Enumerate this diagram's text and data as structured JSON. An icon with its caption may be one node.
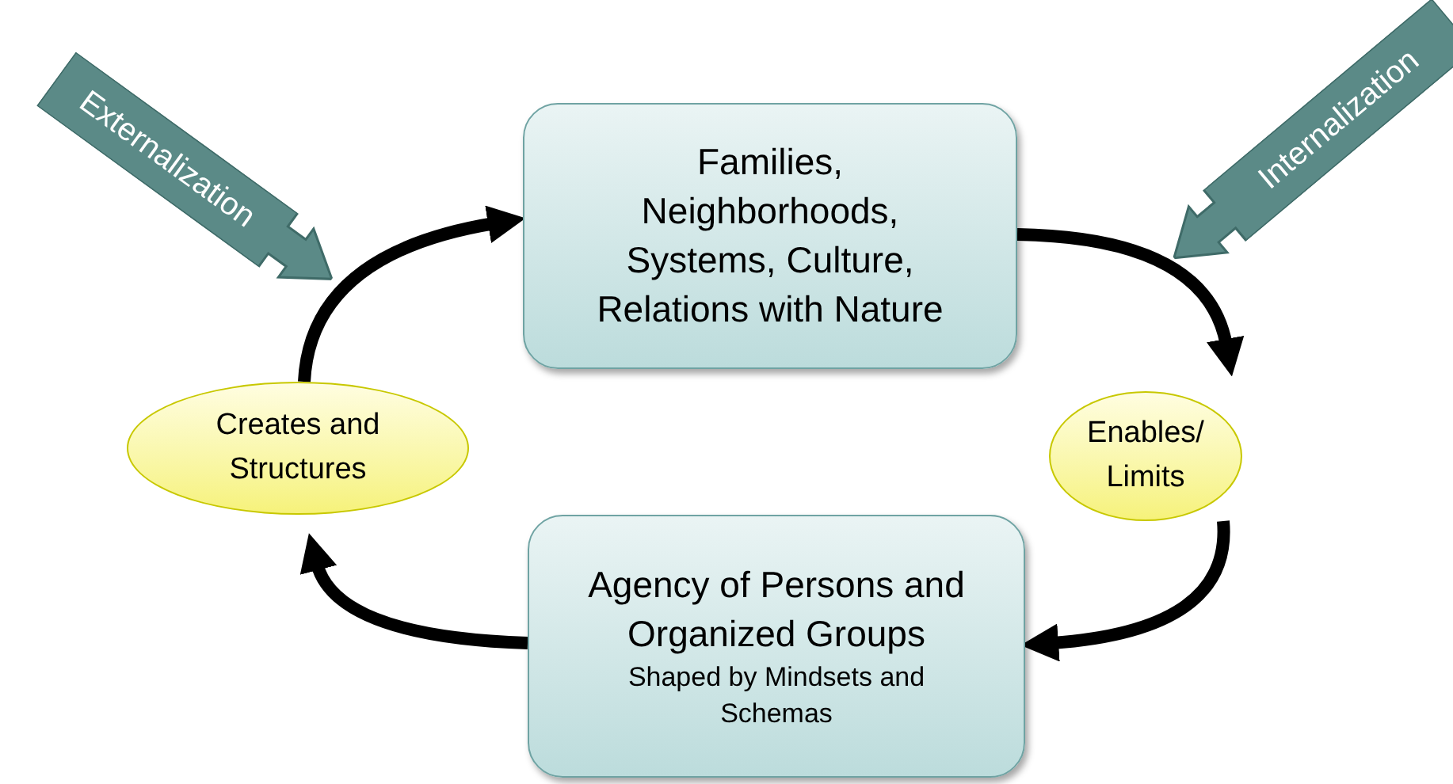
{
  "diagram": {
    "nodes": [
      {
        "text": [
          "Families, Neighborhoods, Systems, Culture, Relations with Nature"
        ]
      },
      {
        "text": [
          "Enables/ Limits"
        ]
      },
      {
        "text": [
          "Agency of Persons and Organized Groups",
          "Shaped by Mindsets and Schemas"
        ]
      },
      {
        "text": [
          "Creates and Structures"
        ]
      },
      {
        "text": [
          "Externalization"
        ]
      },
      {
        "text": [
          "Internalization"
        ]
      }
    ],
    "edges": [
      {
        "from": 3,
        "to": 0,
        "arrow": "to"
      },
      {
        "from": 0,
        "to": 1,
        "arrow": "to"
      },
      {
        "from": 1,
        "to": 2,
        "arrow": "to"
      },
      {
        "from": 2,
        "to": 3,
        "arrow": "to"
      }
    ]
  }
}
